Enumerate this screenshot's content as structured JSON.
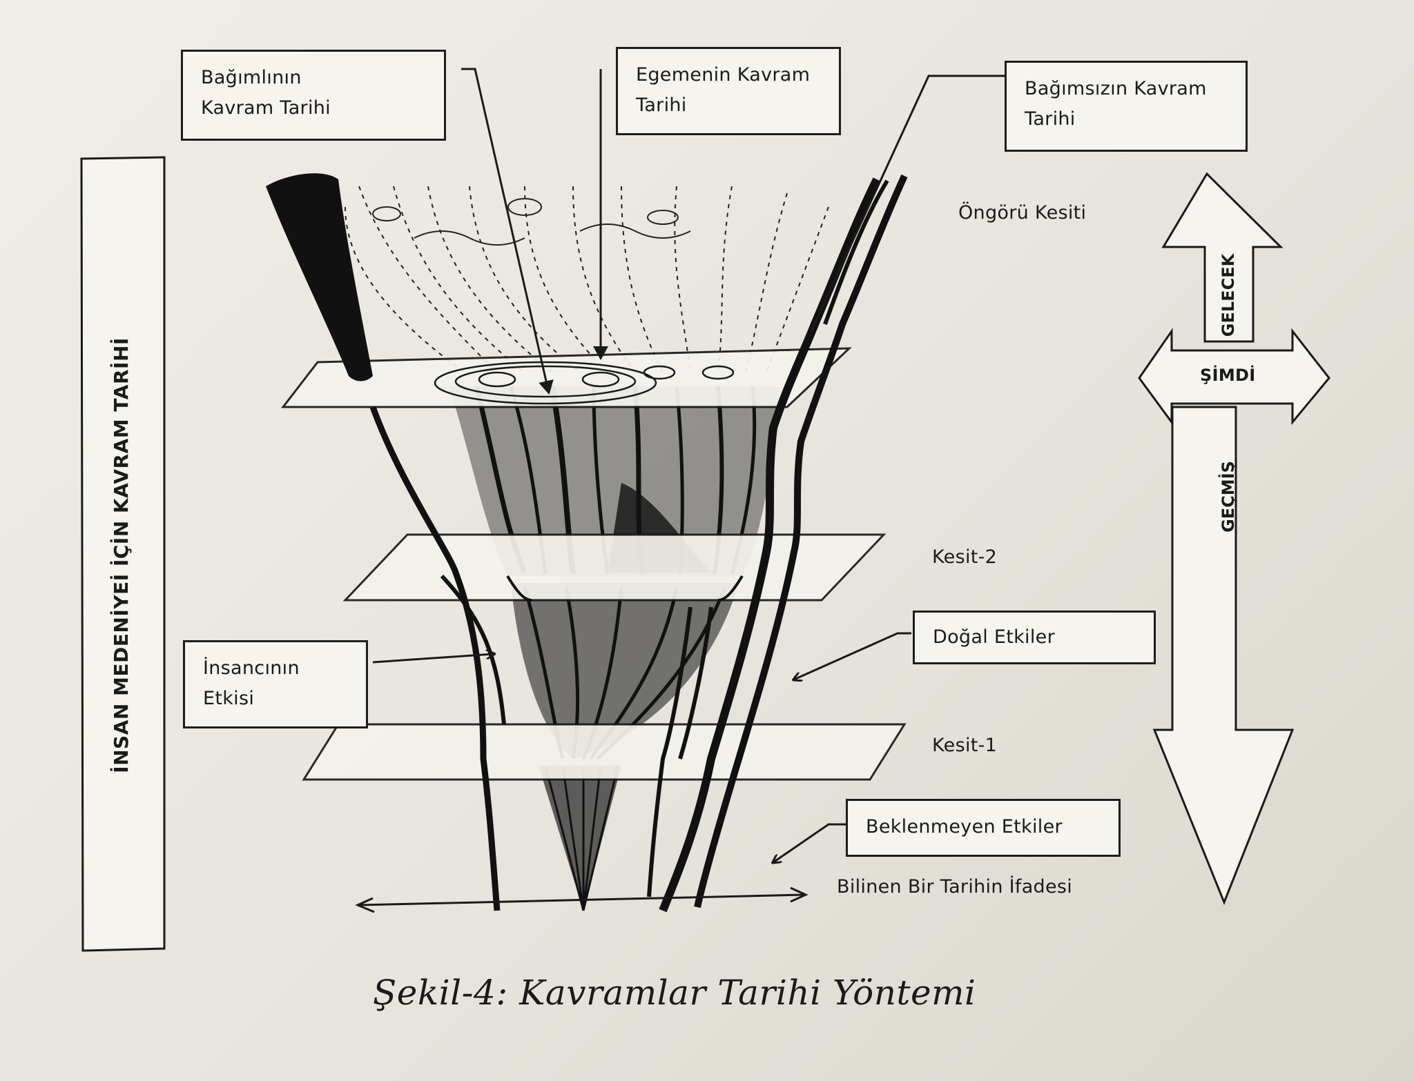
{
  "boxes": {
    "dependent": [
      "Bağımlının",
      "Kavram Tarihi"
    ],
    "dominant": [
      "Egemenin Kavram",
      "Tarihi"
    ],
    "independent": [
      "Bağımsızın Kavram",
      "Tarihi"
    ],
    "human_effect": [
      "İnsancının",
      "Etkisi"
    ],
    "natural_effects": "Doğal Etkiler",
    "unexpected_effects": "Beklenmeyen Etkiler"
  },
  "labels": {
    "forecast_section": "Öngörü Kesiti",
    "section_2": "Kesit-2",
    "section_1": "Kesit-1",
    "known_history": "Bilinen Bir Tarihin İfadesi"
  },
  "side_box": "İNSAN MEDENİYEİ İÇİN KAVRAM TARİHİ",
  "time_arrows": {
    "future": "GELECEK",
    "present": "ŞİMDİ",
    "past": "GEÇMİŞ"
  },
  "caption": "Şekil-4: Kavramlar Tarihi Yöntemi"
}
